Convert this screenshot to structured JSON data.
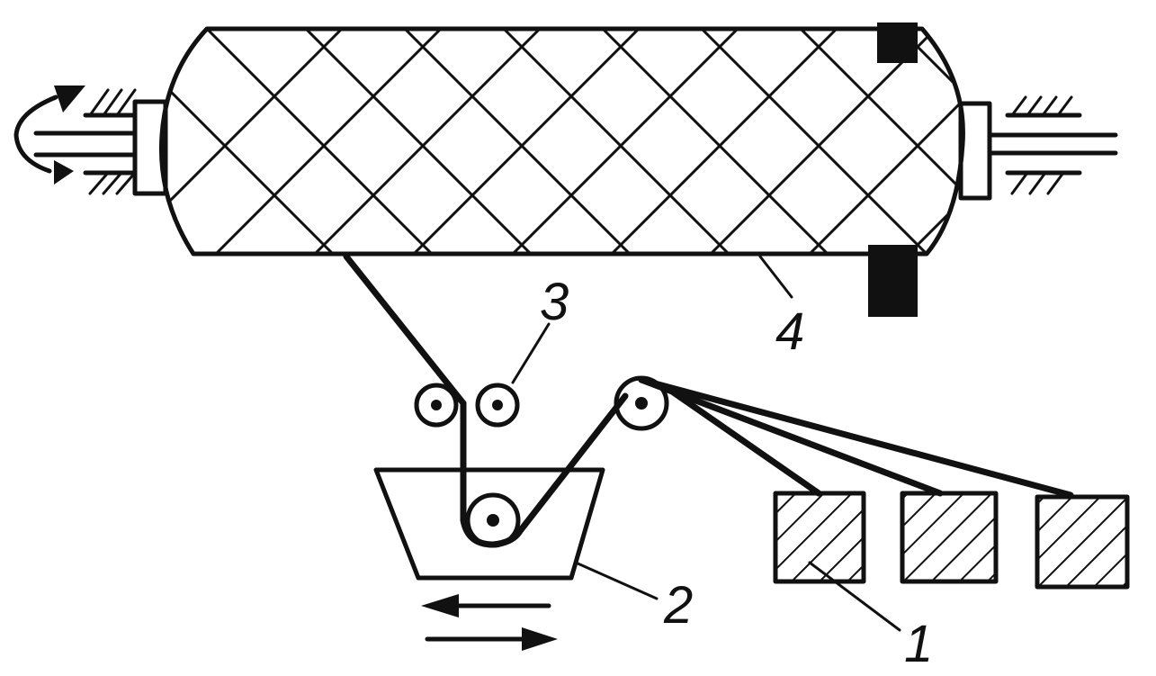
{
  "labels": {
    "spools": "1",
    "resin_bath": "2",
    "squeeze_rollers": "3",
    "mandrel": "4"
  },
  "colors": {
    "ink": "#111111",
    "background": "#ffffff"
  }
}
